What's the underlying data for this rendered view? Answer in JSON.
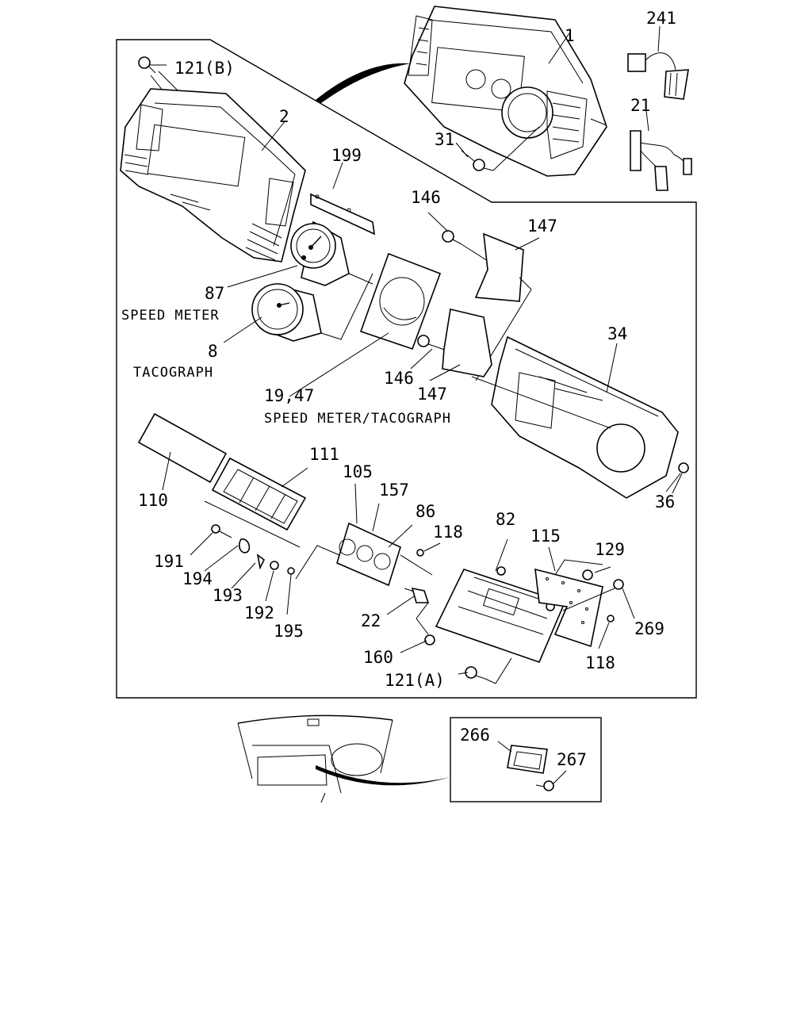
{
  "callouts": {
    "p241": "241",
    "p1": "1",
    "p121b": "121(B)",
    "p21": "21",
    "p2": "2",
    "p31": "31",
    "p199": "199",
    "p146a": "146",
    "p147a": "147",
    "p87": "87",
    "p8": "8",
    "p34": "34",
    "p146b": "146",
    "p147b": "147",
    "p1947": "19,47",
    "p111": "111",
    "p110": "110",
    "p105": "105",
    "p157": "157",
    "p86": "86",
    "p118a": "118",
    "p82": "82",
    "p115": "115",
    "p129": "129",
    "p36": "36",
    "p191": "191",
    "p194": "194",
    "p193": "193",
    "p192": "192",
    "p195": "195",
    "p22": "22",
    "p269": "269",
    "p160": "160",
    "p118b": "118",
    "p121a": "121(A)",
    "p266": "266",
    "p267": "267"
  },
  "captions": {
    "speed_meter": "SPEED METER",
    "tacograph": "TACOGRAPH",
    "speed_meter_tacograph": "SPEED METER/TACOGRAPH"
  }
}
